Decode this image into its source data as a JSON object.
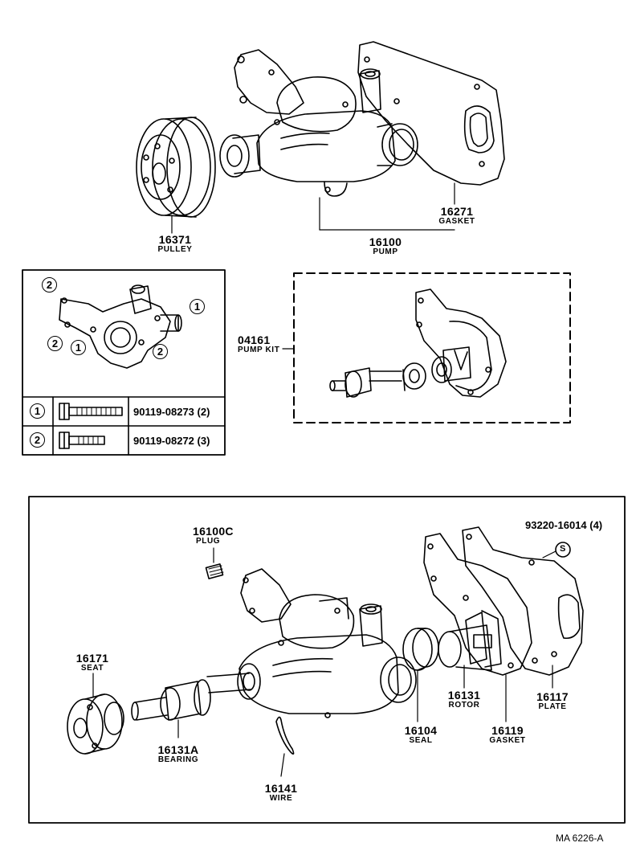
{
  "parts": {
    "pulley": {
      "number": "16371",
      "name": "PULLEY"
    },
    "pump": {
      "number": "16100",
      "name": "PUMP"
    },
    "gasket_top": {
      "number": "16271",
      "name": "GASKET"
    },
    "pump_kit": {
      "number": "04161",
      "name": "PUMP KIT"
    },
    "plug": {
      "number": "16100C",
      "name": "PLUG"
    },
    "seat": {
      "number": "16171",
      "name": "SEAT"
    },
    "bearing": {
      "number": "16131A",
      "name": "BEARING"
    },
    "wire": {
      "number": "16141",
      "name": "WIRE"
    },
    "seal": {
      "number": "16104",
      "name": "SEAL"
    },
    "rotor": {
      "number": "16131",
      "name": "ROTOR"
    },
    "gasket": {
      "number": "16119",
      "name": "GASKET"
    },
    "plate": {
      "number": "16117",
      "name": "PLATE"
    },
    "screw": {
      "number": "93220-16014 (4)",
      "symbol": "S"
    }
  },
  "bolt_table": {
    "rows": [
      {
        "key": "1",
        "part": "90119-08273 (2)"
      },
      {
        "key": "2",
        "part": "90119-08272 (3)"
      }
    ]
  },
  "callouts": {
    "one": "1",
    "two": "2"
  },
  "figure_code": "MA  6226-A"
}
